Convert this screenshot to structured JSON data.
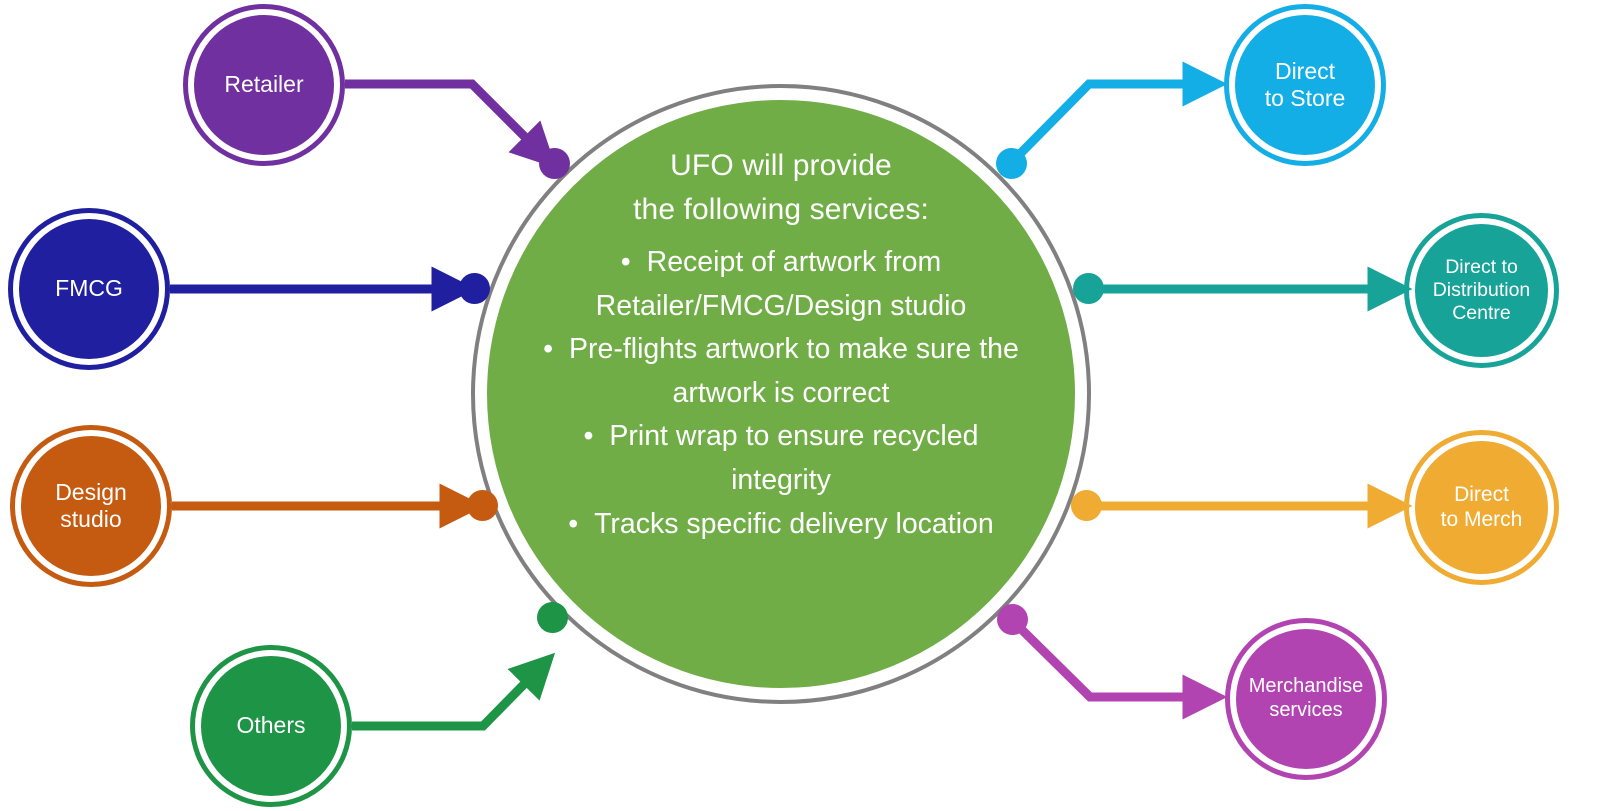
{
  "diagram": {
    "title": "UFO services flow diagram",
    "hub": {
      "heading": "UFO will provide\nthe following services:",
      "bullets": [
        "Receipt of artwork from Retailer/FMCG/Design studio",
        "Pre-flights artwork to make sure the artwork is correct",
        "Print wrap to ensure recycled integrity",
        "Tracks specific delivery location"
      ],
      "fill_color": "#70AD47",
      "ring_color": "#808080",
      "text_color": "#FFFFFF"
    },
    "inputs": [
      {
        "id": "retailer",
        "label": "Retailer",
        "color": "#7030A0"
      },
      {
        "id": "fmcg",
        "label": "FMCG",
        "color": "#1F1FA0"
      },
      {
        "id": "design-studio",
        "label": "Design\nstudio",
        "color": "#C55A11"
      },
      {
        "id": "others",
        "label": "Others",
        "color": "#1E9447"
      }
    ],
    "outputs": [
      {
        "id": "direct-to-store",
        "label": "Direct\nto Store",
        "color": "#13AEE5"
      },
      {
        "id": "direct-to-distribution-centre",
        "label": "Direct to\nDistribution\nCentre",
        "color": "#17A398"
      },
      {
        "id": "direct-to-merch",
        "label": "Direct\nto Merch",
        "color": "#F0AB32"
      },
      {
        "id": "merchandise-services",
        "label": "Merchandise\nservices",
        "color": "#B244B2"
      }
    ],
    "connectors": [
      {
        "from": "retailer",
        "to": "hub",
        "color": "#7030A0"
      },
      {
        "from": "fmcg",
        "to": "hub",
        "color": "#1F1FA0"
      },
      {
        "from": "design-studio",
        "to": "hub",
        "color": "#C55A11"
      },
      {
        "from": "others",
        "to": "hub",
        "color": "#1E9447"
      },
      {
        "from": "hub",
        "to": "direct-to-store",
        "color": "#13AEE5"
      },
      {
        "from": "hub",
        "to": "direct-to-distribution-centre",
        "color": "#17A398"
      },
      {
        "from": "hub",
        "to": "direct-to-merch",
        "color": "#F0AB32"
      },
      {
        "from": "hub",
        "to": "merchandise-services",
        "color": "#B244B2"
      }
    ]
  }
}
